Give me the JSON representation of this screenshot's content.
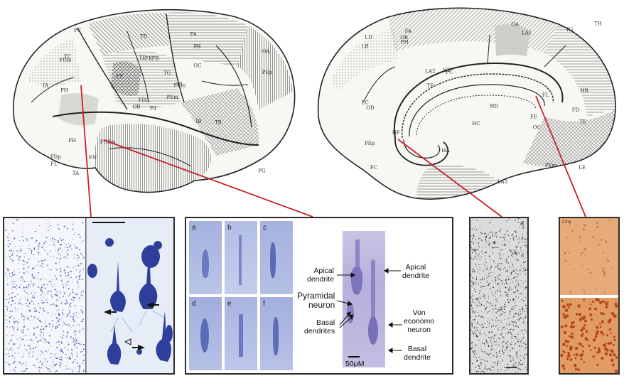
{
  "panel1": {
    "scale_bar": ""
  },
  "panel2": {
    "subpanels": [
      "a",
      "b",
      "c",
      "d",
      "e",
      "f"
    ],
    "scale_label": "50μM",
    "labels": {
      "apical_left": "Apical\ndendrite",
      "apical_right": "Apical\ndendrite",
      "pyramidal": "Pyramidal\nneuron",
      "basal_left": "Basal\ndendrites",
      "von_economo": "Von\neconomo\nneuron",
      "basal_right": "Basal\ndendrite"
    }
  },
  "panel3": {
    "corner_label": "a",
    "layer_marks": [
      "III",
      "IV",
      "V",
      "VI"
    ]
  },
  "panel4": {
    "label": "Cing"
  },
  "brain_left_labels": [
    "Fd",
    "FDm",
    "FDΔ",
    "FDp",
    "FCm",
    "FCBm",
    "FA",
    "FB",
    "PB",
    "PEm",
    "PC",
    "PG",
    "PH",
    "OA",
    "OB",
    "OC",
    "TA",
    "TE",
    "TG",
    "FH",
    "FF",
    "FL",
    "FN",
    "FK",
    "FI",
    "TB",
    "TC",
    "TD",
    "IA",
    "IB",
    "PEp"
  ],
  "brain_right_labels": [
    "FE",
    "FD",
    "FC",
    "FA",
    "PC",
    "PEm",
    "PEp",
    "LA1",
    "LA2",
    "LA3",
    "LB",
    "LC",
    "LD",
    "LE",
    "HA",
    "HB",
    "HC",
    "HD",
    "HE",
    "HF",
    "TH",
    "TG",
    "TF",
    "TE",
    "OA",
    "OB",
    "OC",
    "OD",
    "PH",
    "FL"
  ],
  "colors": {
    "nissl_blue": "#4a5aa8",
    "tissue_bg": "#e8ecf6",
    "stain_pale": "#a7b3dc",
    "orange_tissue": "#e2a772",
    "orange_dense": "#b5471c",
    "connector_red": "#c8202c"
  }
}
